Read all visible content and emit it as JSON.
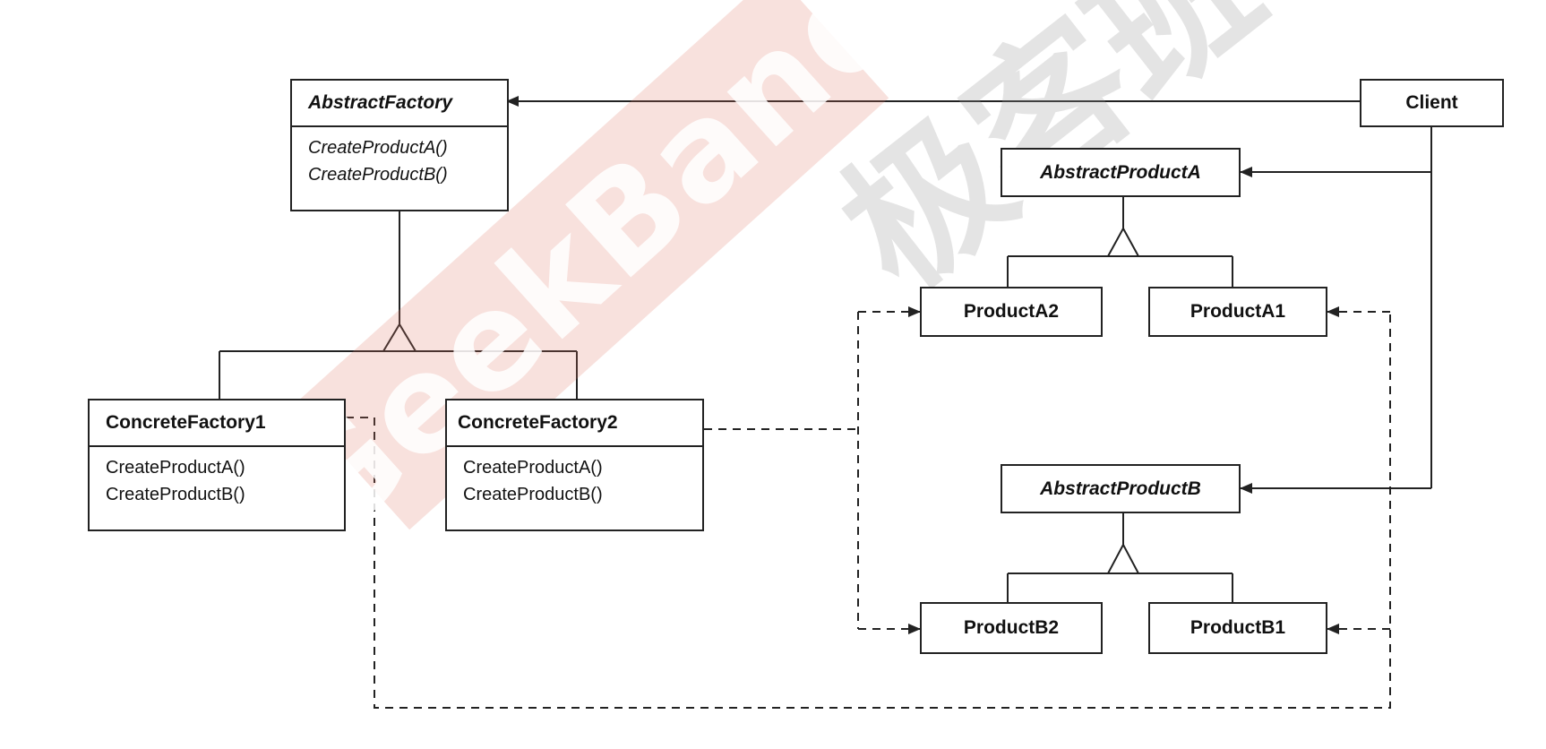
{
  "watermark": {
    "band_text": "GeekBand",
    "cn_text": "极客班",
    "band_color": "#e07864"
  },
  "classes": {
    "abstract_factory": {
      "name": "AbstractFactory",
      "operations": [
        "CreateProductA()",
        "CreateProductB()"
      ]
    },
    "concrete_factory1": {
      "name": "ConcreteFactory1",
      "operations": [
        "CreateProductA()",
        "CreateProductB()"
      ]
    },
    "concrete_factory2": {
      "name": "ConcreteFactory2",
      "operations": [
        "CreateProductA()",
        "CreateProductB()"
      ]
    },
    "client": {
      "name": "Client"
    },
    "abstract_product_a": {
      "name": "AbstractProductA"
    },
    "product_a2": {
      "name": "ProductA2"
    },
    "product_a1": {
      "name": "ProductA1"
    },
    "abstract_product_b": {
      "name": "AbstractProductB"
    },
    "product_b2": {
      "name": "ProductB2"
    },
    "product_b1": {
      "name": "ProductB1"
    }
  }
}
